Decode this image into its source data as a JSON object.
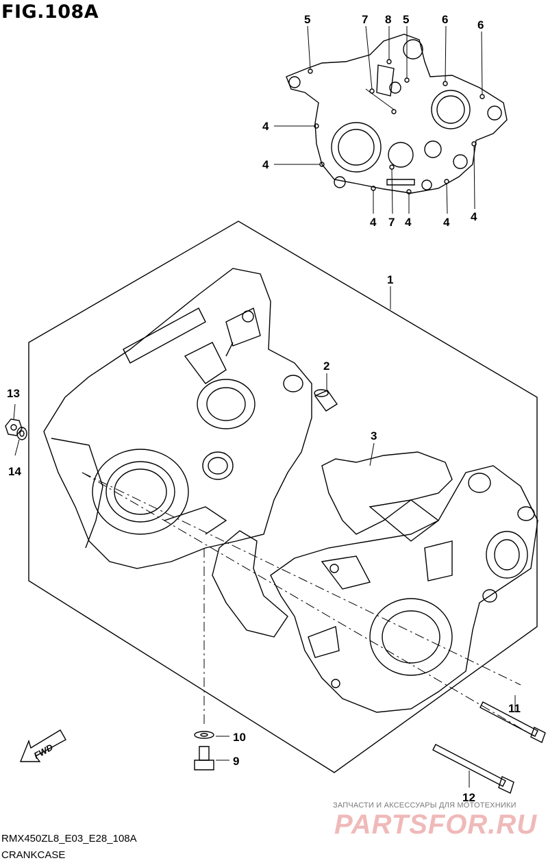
{
  "figure": {
    "title": "FIG.108A"
  },
  "callouts": {
    "c1": "1",
    "c2": "2",
    "c3": "3",
    "c4": "4",
    "c5": "5",
    "c6": "6",
    "c7": "7",
    "c8": "8",
    "c9": "9",
    "c10": "10",
    "c11": "11",
    "c12": "12",
    "c13": "13",
    "c14": "14"
  },
  "fwd_label": "FWD",
  "footer": {
    "model_code": "RMX450ZL8_E03_E28_108A",
    "section": "CRANKCASE"
  },
  "watermark": {
    "tagline": "ЗАПЧАСТИ И АКСЕССУАРЫ ДЛЯ МОТОТЕХНИКИ",
    "logo": "PARTSFOR.RU"
  }
}
